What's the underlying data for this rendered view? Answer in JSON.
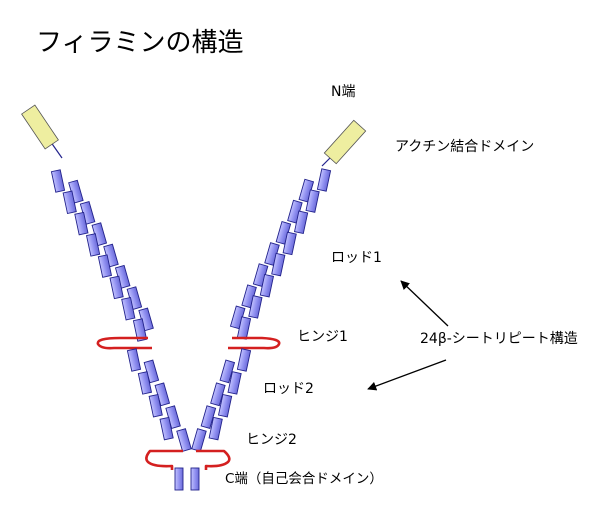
{
  "title": "フィラミンの構造",
  "labels": {
    "n_terminus": "N端",
    "actin_binding": "アクチン結合ドメイン",
    "rod1": "ロッド1",
    "hinge1": "ヒンジ1",
    "repeat": "24β-シートリピート構造",
    "rod2": "ロッド2",
    "hinge2": "ヒンジ2",
    "c_terminus": "C端（自己会合ドメイン）"
  },
  "colors": {
    "repeat_fill": "#8f8ff0",
    "repeat_stroke": "#23238c",
    "actin_fill": "#eeeea0",
    "hinge": "#d42020",
    "arrow": "#000000"
  },
  "structure": {
    "rod1_repeats_per_arm": 15,
    "rod2_repeats_per_arm": 8
  }
}
